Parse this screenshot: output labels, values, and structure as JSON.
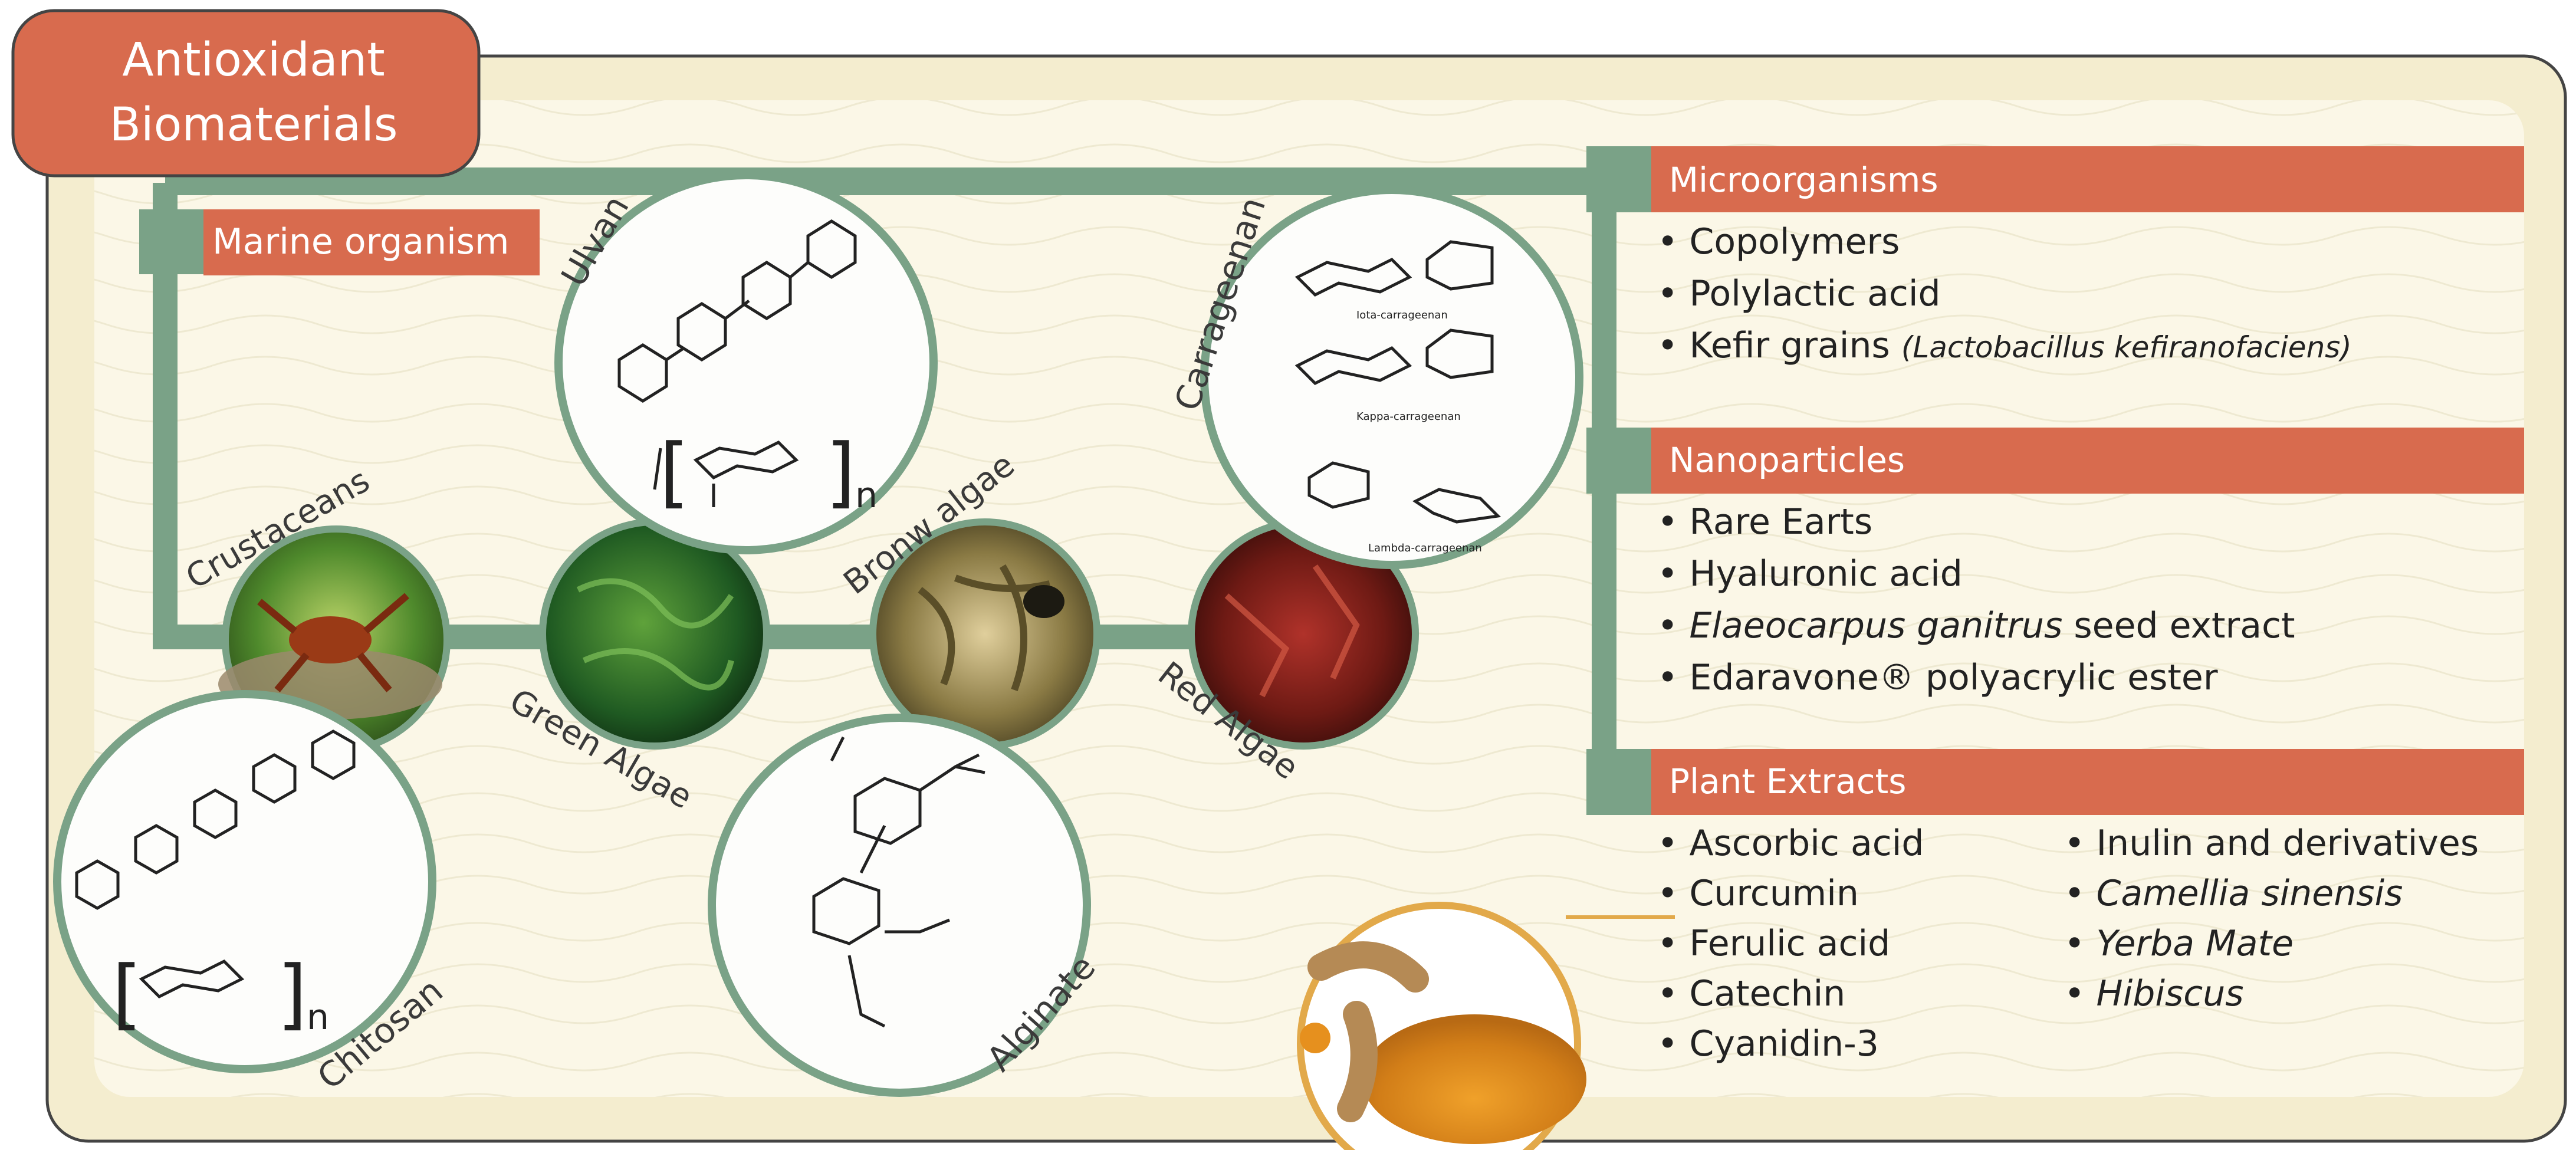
{
  "title": {
    "line1": "Antioxidant",
    "line2": "Biomaterials"
  },
  "colors": {
    "accent": "#d86b4e",
    "frame": "#7aa287",
    "panel": "#fbf7e7",
    "outer": "#f4edcf",
    "curcumin_ring": "#e2a94a"
  },
  "marine": {
    "label": "Marine organism",
    "nodes": {
      "crustaceans": "Crustaceans",
      "green_algae": "Green Algae",
      "brown_algae": "Bronw algae",
      "red_algae": "Red Algae"
    },
    "polymers": {
      "chitosan": "Chitosan",
      "ulvan": "Ulvan",
      "alginate": "Alginate",
      "carrageenan": "Carrageenan"
    },
    "carrageenan_types": [
      "Iota-carrageenan",
      "Kappa-carrageenan",
      "Lambda-carrageenan"
    ],
    "unit_subscript": "n"
  },
  "microorganisms": {
    "header": "Microorganisms",
    "items": [
      "Copolymers",
      "Polylactic acid"
    ],
    "kefir": {
      "text": "Kefir grains ",
      "species": "(Lactobacillus kefiranofaciens)"
    }
  },
  "nanoparticles": {
    "header": "Nanoparticles",
    "item1": "Rare Earts",
    "item2": "Hyaluronic acid",
    "item3_italic": "Elaeocarpus ganitrus",
    "item3_rest": " seed extract",
    "item4": "Edaravone® polyacrylic ester"
  },
  "plants": {
    "header": "Plant Extracts",
    "col1": [
      "Ascorbic acid",
      "Curcumin",
      "Ferulic acid",
      "Catechin",
      "Cyanidin-3"
    ],
    "col2": [
      "Inulin and derivatives",
      "Camellia sinensis",
      "Yerba Mate",
      "Hibiscus"
    ]
  }
}
